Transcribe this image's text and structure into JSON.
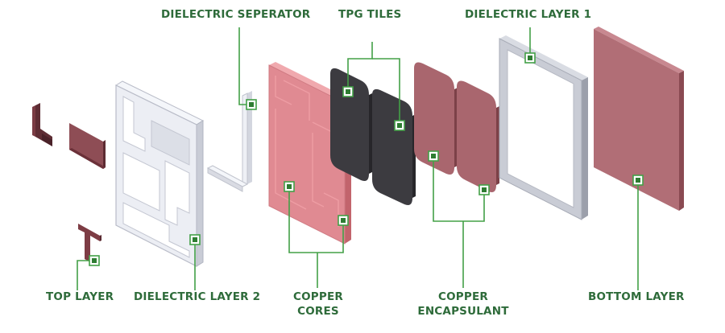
{
  "labels": {
    "dielectric_seperator": "DIELECTRIC SEPERATOR",
    "tpg_tiles": "TPG TILES",
    "dielectric_layer_1": "DIELECTRIC LAYER 1",
    "top_layer": "TOP LAYER",
    "dielectric_layer_2": "DIELECTRIC LAYER 2",
    "copper_cores_line1": "COPPER",
    "copper_cores_line2": "CORES",
    "copper_encapsulant_line1": "COPPER",
    "copper_encapsulant_line2": "ENCAPSULANT",
    "bottom_layer": "BOTTOM LAYER"
  },
  "colors": {
    "label_text": "#2e6b3a",
    "leader_line": "#43a047",
    "marker": "#2e7d32",
    "copper_core": "#e08a92",
    "copper_part": "#8b4a52",
    "encapsulant": "#a9666e",
    "tpg_tile": "#3c3b40",
    "dielectric": "#eef0f5",
    "bottom_layer": "#b16e76"
  }
}
